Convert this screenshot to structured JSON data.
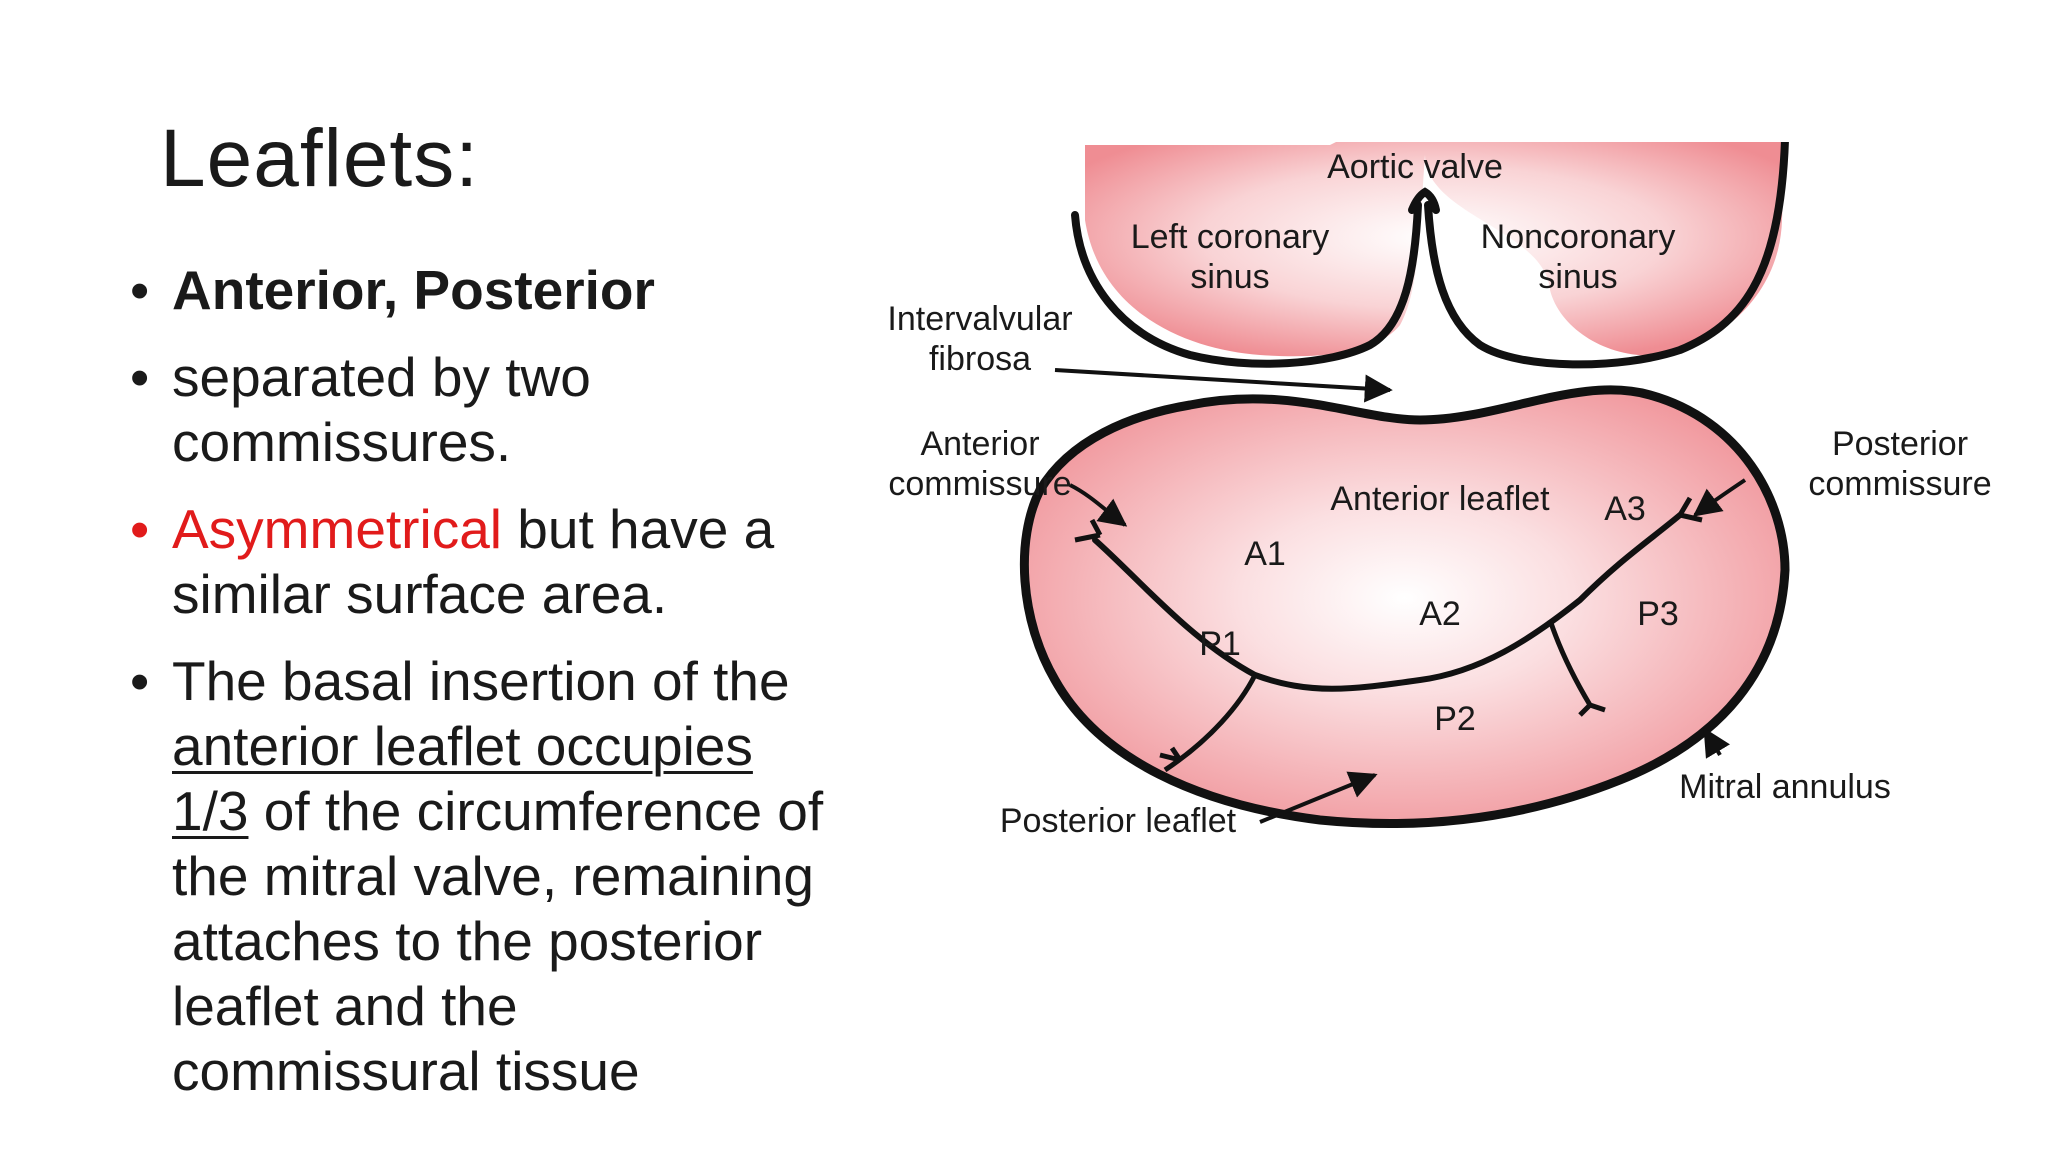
{
  "slide": {
    "title": "Leaflets:",
    "bullets": {
      "b1": "Anterior, Posterior",
      "b2": "separated by two commissures.",
      "b3_red": "Asymmetrical",
      "b3_rest": " but have a similar surface area.",
      "b4_pre": "The basal insertion of the ",
      "b4_underlined": "anterior leaflet occupies 1/3",
      "b4_post": " of the circumference of the mitral valve, remaining attaches to the posterior leaflet and the commissural tissue"
    },
    "bullet_marker": "•",
    "colors": {
      "accent_red": "#e11b1b",
      "tissue_pink": "#f4a3a8",
      "outline": "#111111"
    }
  },
  "diagram": {
    "labels": {
      "aortic_valve": "Aortic valve",
      "left_coronary_1": "Left coronary",
      "left_coronary_2": "sinus",
      "noncoronary_1": "Noncoronary",
      "noncoronary_2": "sinus",
      "intervalvular_1": "Intervalvular",
      "intervalvular_2": "fibrosa",
      "anterior_comm_1": "Anterior",
      "anterior_comm_2": "commissure",
      "posterior_comm_1": "Posterior",
      "posterior_comm_2": "commissure",
      "anterior_leaflet": "Anterior leaflet",
      "a1": "A1",
      "a2": "A2",
      "a3": "A3",
      "p1": "P1",
      "p2": "P2",
      "p3": "P3",
      "posterior_leaflet": "Posterior leaflet",
      "mitral_annulus": "Mitral annulus"
    }
  }
}
